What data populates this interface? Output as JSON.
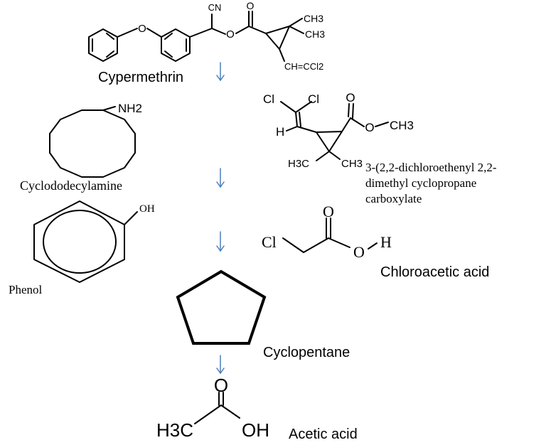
{
  "compounds": {
    "cypermethrin": {
      "name": "Cypermethrin",
      "atoms": {
        "o_ether": "O",
        "cn": "CN",
        "o_ester": "O",
        "o_carbonyl": "O",
        "ch3_a": "CH3",
        "ch3_b": "CH3",
        "vinyl": "CH=CCl2"
      }
    },
    "cyclododecylamine": {
      "name": "Cyclododecylamine",
      "atoms": {
        "nh2": "NH2"
      }
    },
    "dcva_ester": {
      "name_line1": "3-(2,2-dichloroethenyl 2,2-",
      "name_line2": "dimethyl cyclopropane",
      "name_line3": "carboxylate",
      "atoms": {
        "cl_a": "Cl",
        "cl_b": "Cl",
        "h": "H",
        "o_carbonyl": "O",
        "o_ch3": "O",
        "ch3": "CH3",
        "h3c": "H3C",
        "ch3_b": "CH3"
      }
    },
    "phenol": {
      "name": "Phenol",
      "atoms": {
        "oh": "OH"
      }
    },
    "chloroacetic_acid": {
      "name": "Chloroacetic acid",
      "atoms": {
        "cl": "Cl",
        "o_carbonyl": "O",
        "o_h": "O",
        "h": "H"
      }
    },
    "cyclopentane": {
      "name": "Cyclopentane"
    },
    "acetic_acid": {
      "name": "Acetic acid",
      "atoms": {
        "h3c": "H3C",
        "o_carbonyl": "O",
        "oh": "OH"
      }
    }
  },
  "arrow_color": "#4a7ebb"
}
